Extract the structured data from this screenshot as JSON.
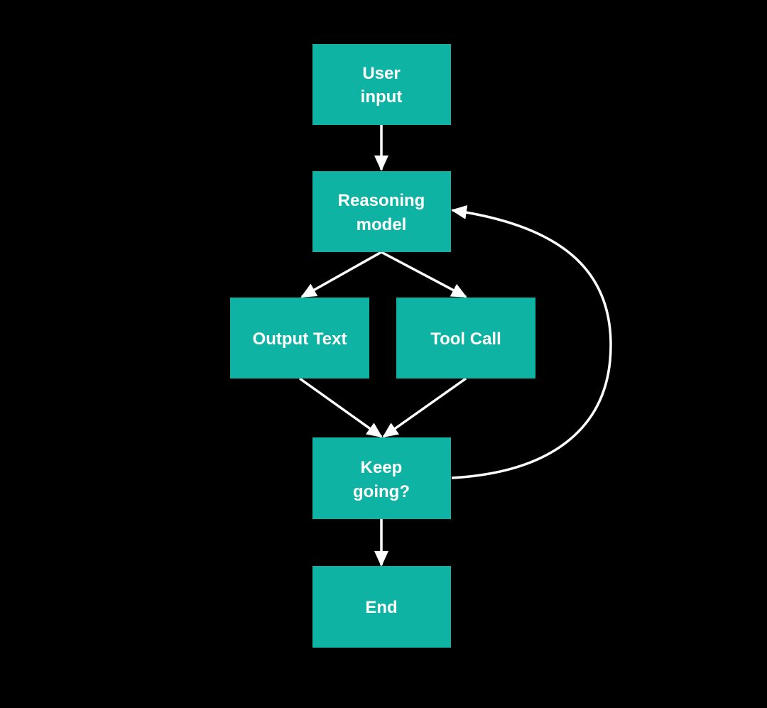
{
  "diagram": {
    "background_color": "#000000",
    "node_color": "#0fb3a4",
    "edge_color": "#ffffff",
    "text_color": "#ffffff",
    "nodes": {
      "user_input": {
        "line1": "User",
        "line2": "input"
      },
      "reasoning_model": {
        "line1": "Reasoning",
        "line2": "model"
      },
      "output_text": {
        "line1": "Output Text"
      },
      "tool_call": {
        "line1": "Tool Call"
      },
      "keep_going": {
        "line1": "Keep",
        "line2": "going?"
      },
      "end": {
        "line1": "End"
      }
    },
    "edges": [
      {
        "from": "User input",
        "to": "Reasoning model"
      },
      {
        "from": "Reasoning model",
        "to": "Output Text"
      },
      {
        "from": "Reasoning model",
        "to": "Tool Call"
      },
      {
        "from": "Output Text",
        "to": "Keep going?"
      },
      {
        "from": "Tool Call",
        "to": "Keep going?"
      },
      {
        "from": "Keep going?",
        "to": "Reasoning model"
      },
      {
        "from": "Keep going?",
        "to": "End"
      }
    ]
  }
}
